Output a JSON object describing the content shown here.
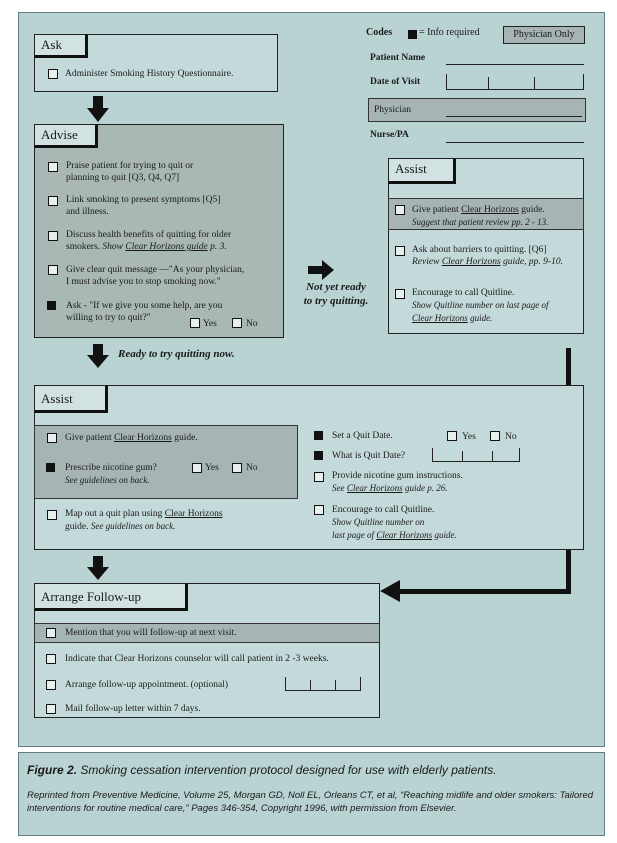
{
  "header": {
    "codes": "Codes",
    "info_required": "= Info required",
    "physician_only": "Physician Only",
    "patient_name": "Patient Name",
    "date_of_visit": "Date of Visit",
    "physician": "Physician",
    "nurse_pa": "Nurse/PA"
  },
  "ask": {
    "title": "Ask",
    "item1": "Administer Smoking History Questionnaire."
  },
  "advise": {
    "title": "Advise",
    "i1a": "Praise patient for trying to quit or",
    "i1b": "planning to quit [Q3, Q4, Q7]",
    "i2a": "Link smoking to present symptoms [Q5]",
    "i2b": "and illness.",
    "i3a": "Discuss health  benefits of quitting for older",
    "i3b": "smokers.",
    "i3c": "Show",
    "i3d": "Clear Horizons guide",
    "i3e": "p. 3.",
    "i4a": "Give clear quit message —\"As your physician,",
    "i4b": "I must advise you to stop smoking now.\"",
    "i5a": "Ask - \"If we give you some help, are you",
    "i5b": "willing to try to quit?\"",
    "yes": "Yes",
    "no": "No"
  },
  "not_ready": {
    "line1": "Not yet ready",
    "line2": "to try quitting."
  },
  "assist_right": {
    "title": "Assist",
    "i1a": "Give patient",
    "i1b": "Clear Horizons",
    "i1c": "guide.",
    "i1d": "Suggest that patient review pp. 2 - 13.",
    "i2a": "Ask about barriers to quitting. [Q6]",
    "i2b": "Review",
    "i2c": "Clear Horizons",
    "i2d": "guide, pp. 9-10.",
    "i3a": "Encourage to call Quitline.",
    "i3b": "Show  Quitline  number on last page of",
    "i3c": "Clear Horizons",
    "i3d": "guide."
  },
  "ready": "Ready to try quitting now.",
  "assist_main": {
    "title": "Assist",
    "l1a": "Give patient",
    "l1b": "Clear Horizons",
    "l1c": "guide.",
    "l2a": "Prescribe nicotine gum?",
    "l2b": "See guidelines on back.",
    "l3a": "Map out a quit plan using",
    "l3b": "Clear Horizons",
    "l3c": "guide.",
    "l3d": "See guidelines on back.",
    "r1": "Set a Quit Date.",
    "r2": "What is Quit Date?",
    "r3a": "Provide nicotine gum instructions.",
    "r3b": "See",
    "r3c": "Clear Horizons",
    "r3d": "guide p. 26.",
    "r4a": "Encourage to call Quitline.",
    "r4b": "Show  Quitline  number on",
    "r4c": "last page of",
    "r4d": "Clear Horizons",
    "r4e": "guide.",
    "yes": "Yes",
    "no": "No"
  },
  "followup": {
    "title": "Arrange Follow-up",
    "i1": "Mention that you will follow-up at next visit.",
    "i2": "Indicate that  Clear Horizons counselor will call patient in 2 -3 weeks.",
    "i3": "Arrange follow-up appointment. (optional)",
    "i4": "Mail follow-up letter within 7 days."
  },
  "caption": {
    "fig": "Figure 2.",
    "title": "Smoking cessation intervention protocol designed for use with elderly patients.",
    "source": "Reprinted from Preventive Medicine, Volume 25, Morgan GD, Noll EL, Orleans CT, et al, “Reaching midlife and older smokers: Tailored interventions for routine medical care,” Pages 346-354, Copyright 1996, with permission from Elsevier."
  }
}
